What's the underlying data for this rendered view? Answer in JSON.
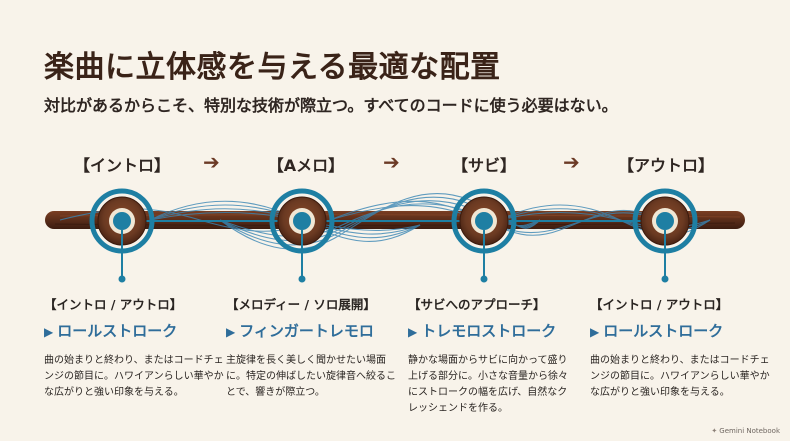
{
  "title": "楽曲に立体感を与える最適な配置",
  "subtitle": "対比があるからこそ、特別な技術が際立つ。すべてのコードに使う必要はない。",
  "sections": [
    "【イントロ】",
    "【Aメロ】",
    "【サビ】",
    "【アウトロ】"
  ],
  "arrow_glyph": "➔",
  "columns": [
    {
      "phase": "【イントロ / アウトロ】",
      "technique": "ロールストローク",
      "desc": "曲の始まりと終わり、またはコードチェンジの節目に。ハワイアンらしい華やかな広がりと強い印象を与える。"
    },
    {
      "phase": "【メロディー / ソロ展開】",
      "technique": "フィンガートレモロ",
      "desc": "主旋律を長く美しく聞かせたい場面に。特定の伸ばしたい旋律音へ絞ることで、響きが際立つ。"
    },
    {
      "phase": "【サビへのアプローチ】",
      "technique": "トレモロストローク",
      "desc": "静かな場面からサビに向かって盛り上げる部分に。小さな音量から徐々にストロークの幅を広げ、自然なクレッシェンドを作る。"
    },
    {
      "phase": "【イントロ / アウトロ】",
      "technique": "ロールストローク",
      "desc": "曲の始まりと終わり、またはコードチェンジの節目に。ハワイアンらしい華やかな広がりと強い印象を与える。"
    }
  ],
  "triangle_glyph": "▶",
  "branding": "Gemini Notebook",
  "colors": {
    "background": "#f8f3ea",
    "wood": "#5a2d1a",
    "accent_blue": "#2f6d9a",
    "teal": "#1e7fa3",
    "title": "#3a2318"
  }
}
